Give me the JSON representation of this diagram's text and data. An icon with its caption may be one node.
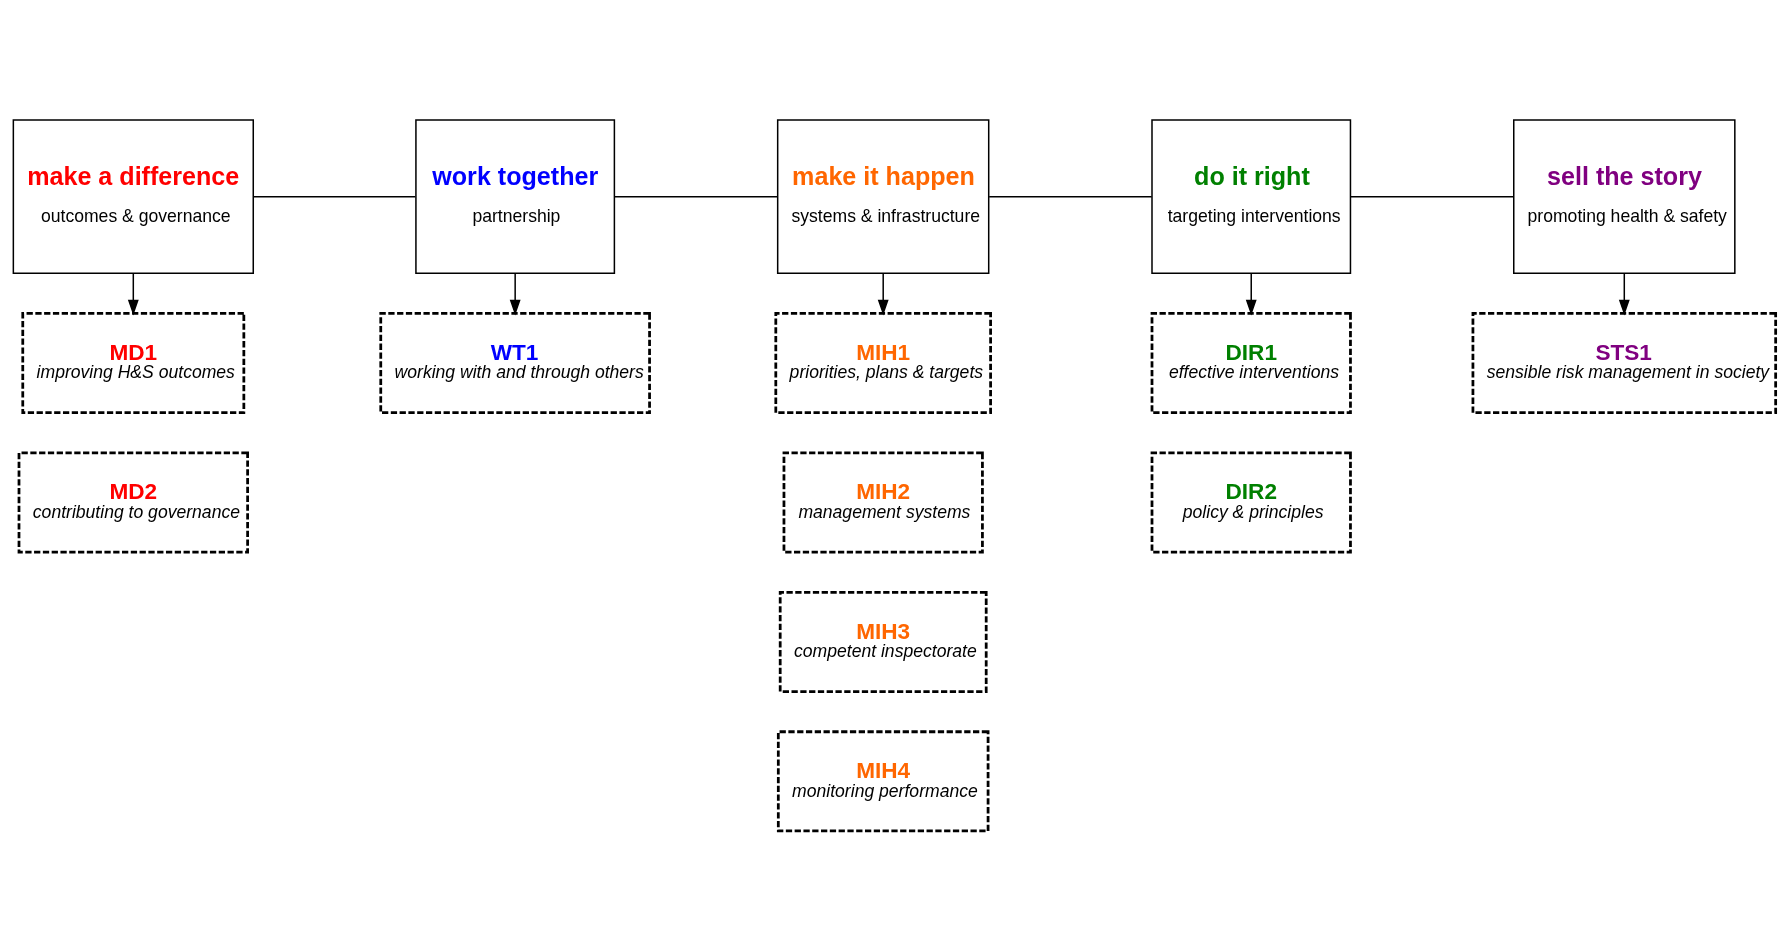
{
  "diagram": {
    "nodes": [
      {
        "text": [
          "make a difference",
          "outcomes & governance"
        ]
      },
      {
        "text": [
          "work together",
          "partnership"
        ]
      },
      {
        "text": [
          "make it happen",
          "systems & infrastructure"
        ]
      },
      {
        "text": [
          "do it right",
          "targeting interventions"
        ]
      },
      {
        "text": [
          "sell the story",
          "promoting health & safety"
        ]
      },
      {
        "text": [
          "MD1",
          "improving H&S outcomes"
        ]
      },
      {
        "text": [
          "WT1",
          "working with and through others"
        ]
      },
      {
        "text": [
          "MIH1",
          "priorities, plans & targets"
        ]
      },
      {
        "text": [
          "DIR1",
          "effective interventions"
        ]
      },
      {
        "text": [
          "STS1",
          "sensible risk management in society"
        ]
      },
      {
        "text": [
          "MD2",
          "contributing to governance"
        ]
      },
      {
        "text": [
          "MIH2",
          "management systems"
        ]
      },
      {
        "text": [
          "DIR2",
          "policy & principles"
        ]
      },
      {
        "text": [
          "MIH3",
          "competent inspectorate"
        ]
      },
      {
        "text": [
          "MIH4",
          "monitoring performance"
        ]
      }
    ],
    "edges": [
      {
        "from": 0,
        "to": 1,
        "arrow": "none"
      },
      {
        "from": 1,
        "to": 2,
        "arrow": "none"
      },
      {
        "from": 2,
        "to": 3,
        "arrow": "none"
      },
      {
        "from": 3,
        "to": 4,
        "arrow": "none"
      },
      {
        "from": 0,
        "to": 5,
        "arrow": "to"
      },
      {
        "from": 1,
        "to": 6,
        "arrow": "to"
      },
      {
        "from": 2,
        "to": 7,
        "arrow": "to"
      },
      {
        "from": 3,
        "to": 8,
        "arrow": "to"
      },
      {
        "from": 4,
        "to": 9,
        "arrow": "to"
      }
    ]
  }
}
